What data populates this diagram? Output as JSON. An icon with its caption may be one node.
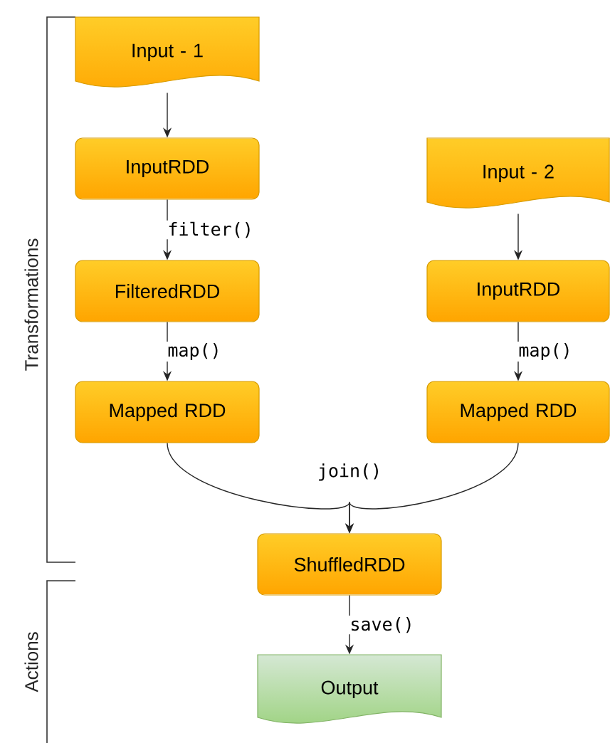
{
  "diagram": {
    "nodes": [
      {
        "text": [
          "Input - 1"
        ]
      },
      {
        "text": [
          "InputRDD"
        ]
      },
      {
        "text": [
          "FilteredRDD"
        ]
      },
      {
        "text": [
          "Mapped RDD"
        ]
      },
      {
        "text": [
          "Input - 2"
        ]
      },
      {
        "text": [
          "InputRDD"
        ]
      },
      {
        "text": [
          "Mapped RDD"
        ]
      },
      {
        "text": [
          "ShuffledRDD"
        ]
      },
      {
        "text": [
          "Output"
        ]
      }
    ],
    "edges": [
      {
        "from": 0,
        "to": 1,
        "arrow": "to"
      },
      {
        "from": 1,
        "to": 2,
        "arrow": "to",
        "label": "filter()"
      },
      {
        "from": 2,
        "to": 3,
        "arrow": "to",
        "label": "map()"
      },
      {
        "from": 4,
        "to": 5,
        "arrow": "to"
      },
      {
        "from": 5,
        "to": 6,
        "arrow": "to",
        "label": "map()"
      },
      {
        "from": 3,
        "to": 7,
        "arrow": "to",
        "label": "join()"
      },
      {
        "from": 6,
        "to": 7,
        "arrow": "to"
      },
      {
        "from": 7,
        "to": 8,
        "arrow": "to",
        "label": "save()"
      }
    ],
    "labels": [
      "Transformations",
      "Actions"
    ]
  }
}
